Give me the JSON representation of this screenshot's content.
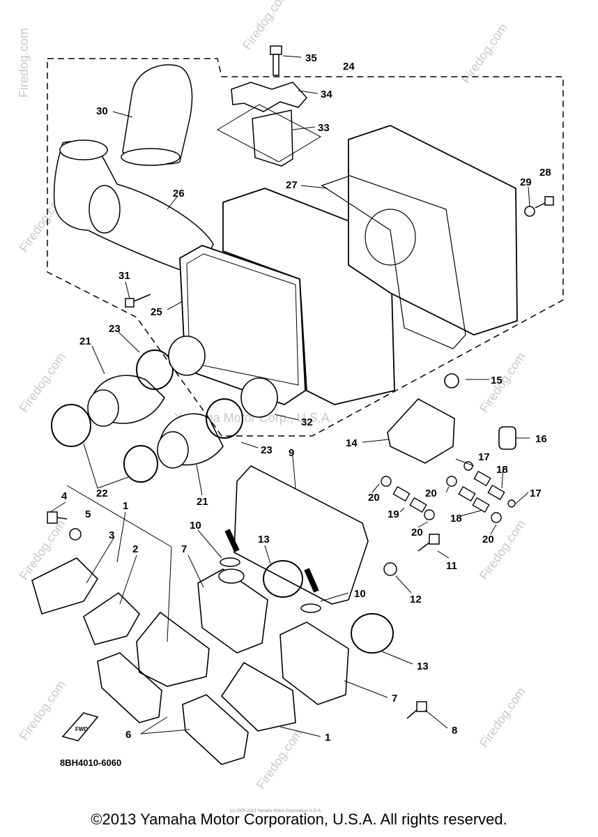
{
  "watermark": {
    "brand_text": "Firedog.com",
    "symbol": "©",
    "center_text": "Yamaha Motor Corp., U.S.A."
  },
  "diagram": {
    "part_code": "8BH4010-6060",
    "fwd_label": "FWD",
    "callouts": [
      "35",
      "24",
      "34",
      "33",
      "30",
      "26",
      "27",
      "29",
      "28",
      "31",
      "25",
      "23",
      "21",
      "15",
      "16",
      "14",
      "32",
      "23",
      "22",
      "21",
      "9",
      "17",
      "18",
      "20",
      "20",
      "17",
      "19",
      "18",
      "20",
      "20",
      "4",
      "5",
      "1",
      "3",
      "2",
      "10",
      "13",
      "7",
      "11",
      "12",
      "10",
      "13",
      "7",
      "8",
      "6",
      "1"
    ],
    "small_print": "(c) 2005-2013 Yamaha Motor Corporation, U.S.A."
  },
  "footer": {
    "copyright": "©2013 Yamaha Motor Corporation, U.S.A. All rights reserved."
  }
}
